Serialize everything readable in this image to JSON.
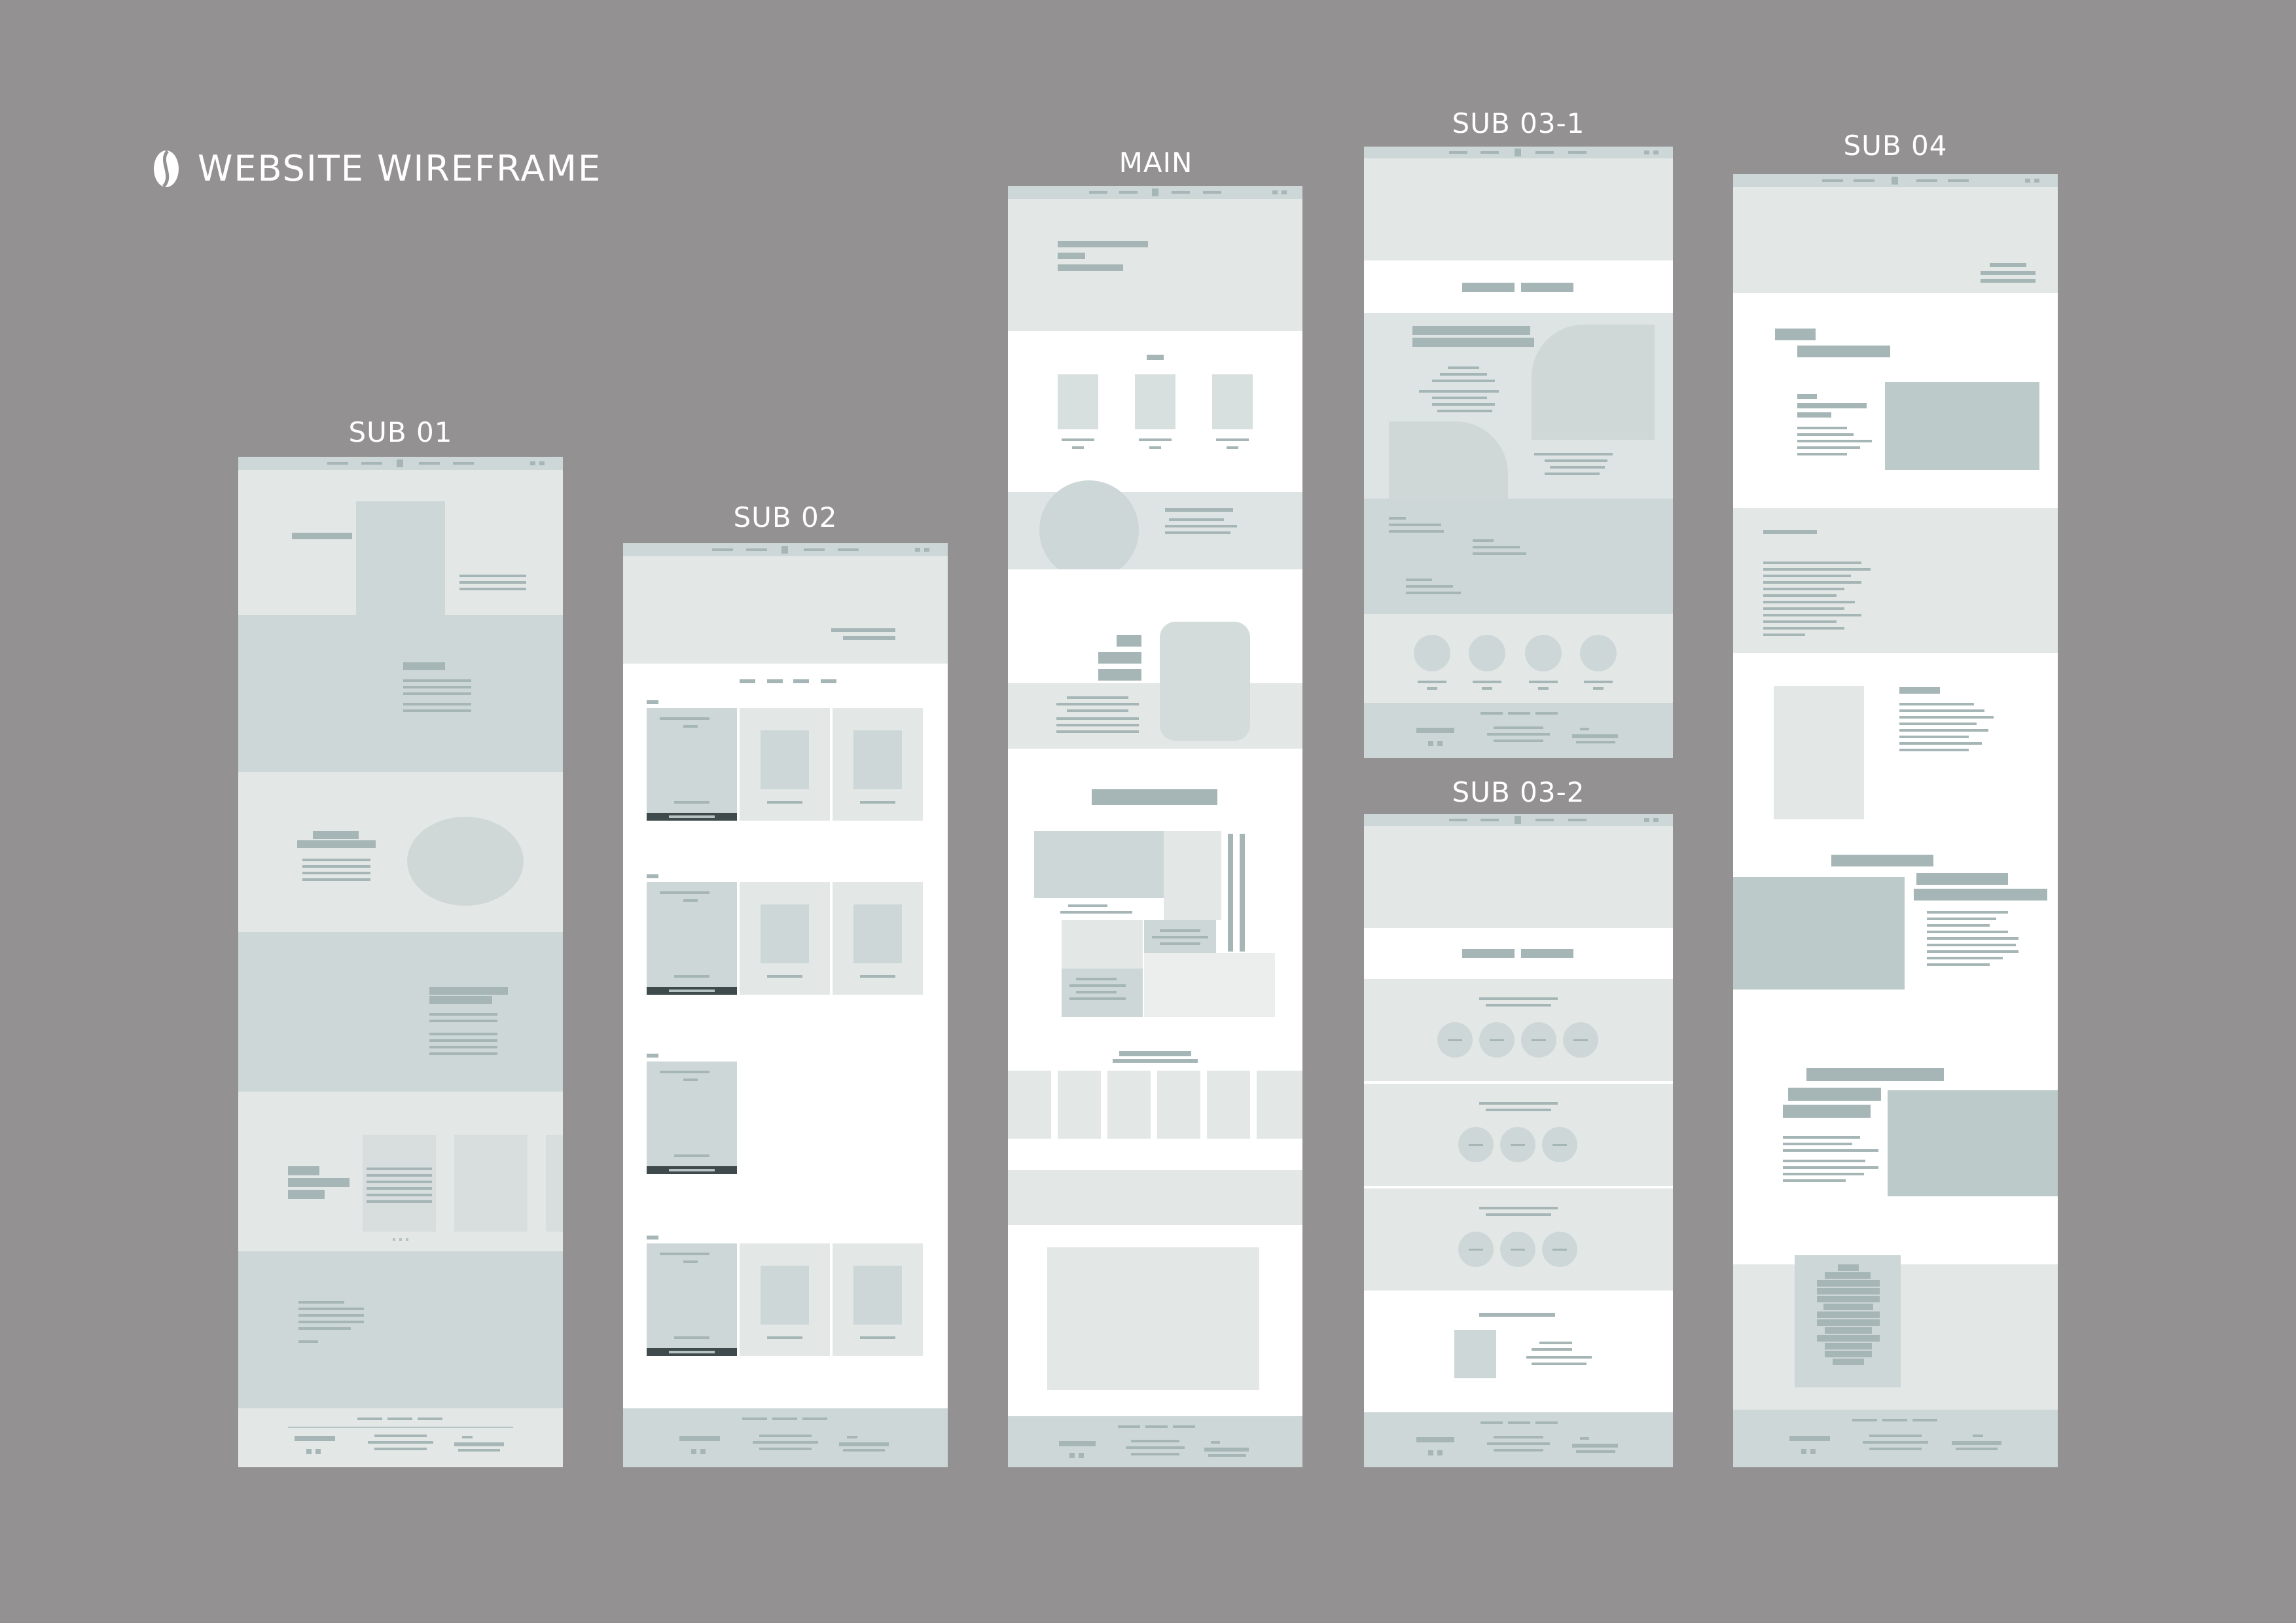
{
  "board": {
    "title": "WEBSITE WIREFRAME",
    "logo_icon": "coffee-bean-icon"
  },
  "pages": {
    "sub01": {
      "label": "SUB 01"
    },
    "sub02": {
      "label": "SUB 02"
    },
    "main": {
      "label": "MAIN"
    },
    "sub03_1": {
      "label": "SUB 03-1"
    },
    "sub03_2": {
      "label": "SUB 03-2"
    },
    "sub04": {
      "label": "SUB 04"
    }
  },
  "colors": {
    "background": "#939192",
    "nav": "#cdd7d7",
    "section_light": "#e3e8e7",
    "section_mid": "#cdd7d7",
    "placeholder_bar": "#a6b6b6",
    "accent_dark": "#3f4a4c"
  }
}
